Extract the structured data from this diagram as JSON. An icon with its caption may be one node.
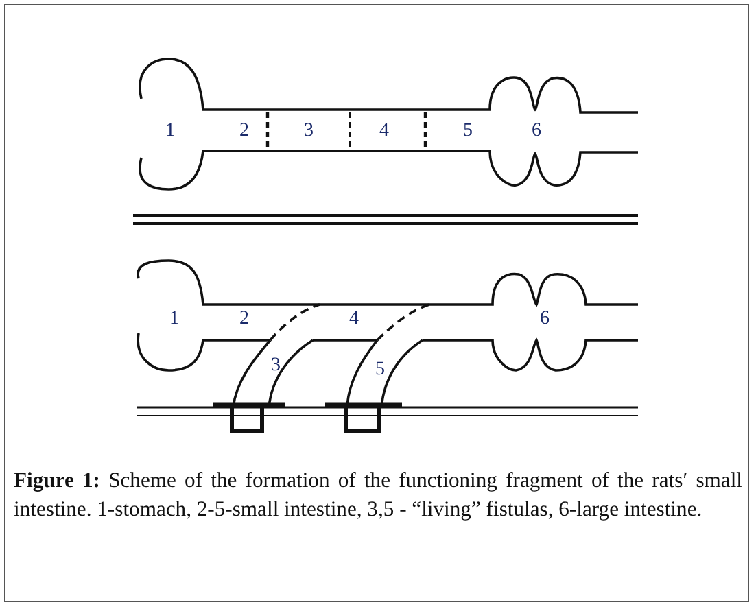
{
  "diagram": {
    "caption": "**Figure 1:** Scheme of the formation of the functioning fragment of the rats′ small intestine. 1-stomach, 2-5-small intestine, 3,5 - “living” fistulas, 6-large intestine.",
    "labels": [
      "1",
      "2",
      "3",
      "4",
      "5",
      "6",
      "1",
      "2",
      "4",
      "6",
      "3",
      "5"
    ]
  }
}
